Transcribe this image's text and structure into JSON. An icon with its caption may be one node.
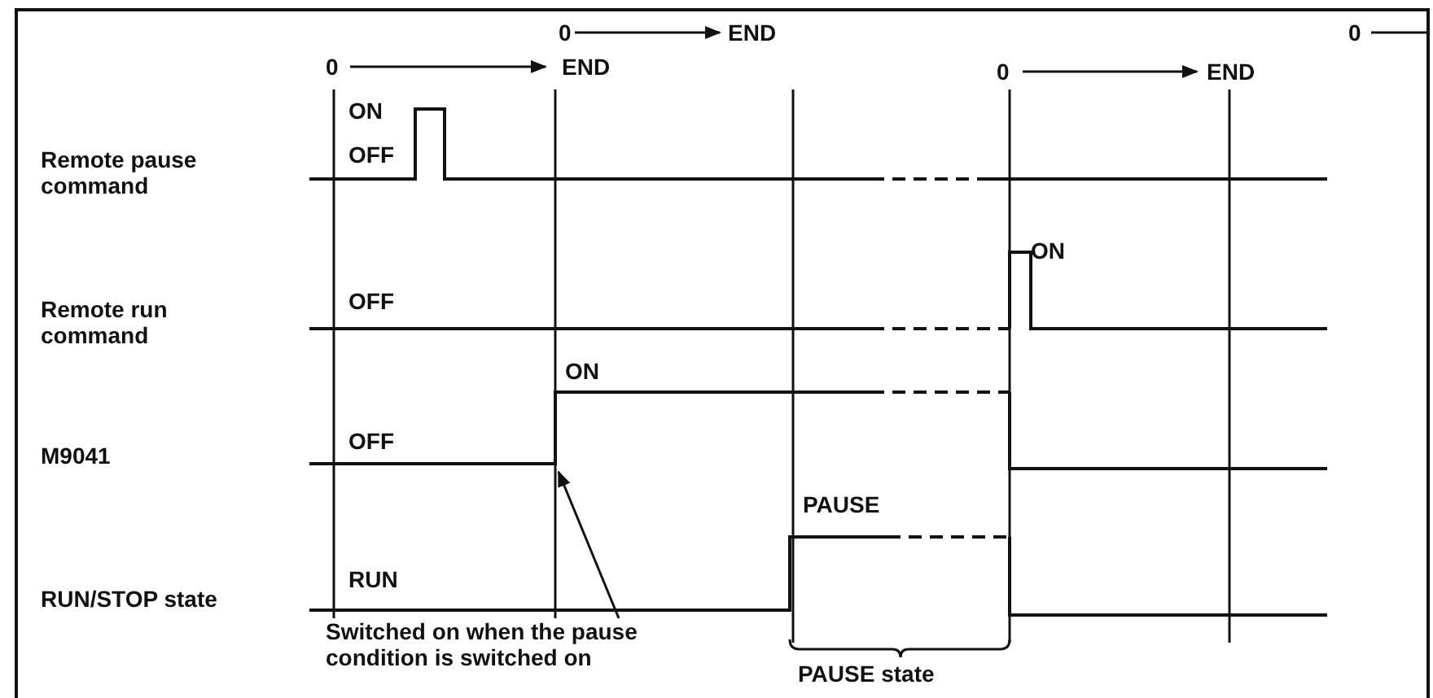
{
  "diagram": {
    "nodes": [
      {
        "text": [
          "Switched on when the pause condition is switched on"
        ]
      },
      {
        "text": [],
        "shape": "line"
      }
    ],
    "edges": [
      {
        "from": 0,
        "to": 1,
        "arrow": "to"
      }
    ],
    "labels": [
      "0",
      "END",
      "0",
      "0",
      "END",
      "0",
      "END",
      "ON",
      "Remote pause command",
      "OFF",
      "ON",
      "Remote run command",
      "OFF",
      "ON",
      "OFF",
      "M9041",
      "PAUSE",
      "RUN/STOP state",
      "RUN",
      "PAUSE state"
    ]
  }
}
